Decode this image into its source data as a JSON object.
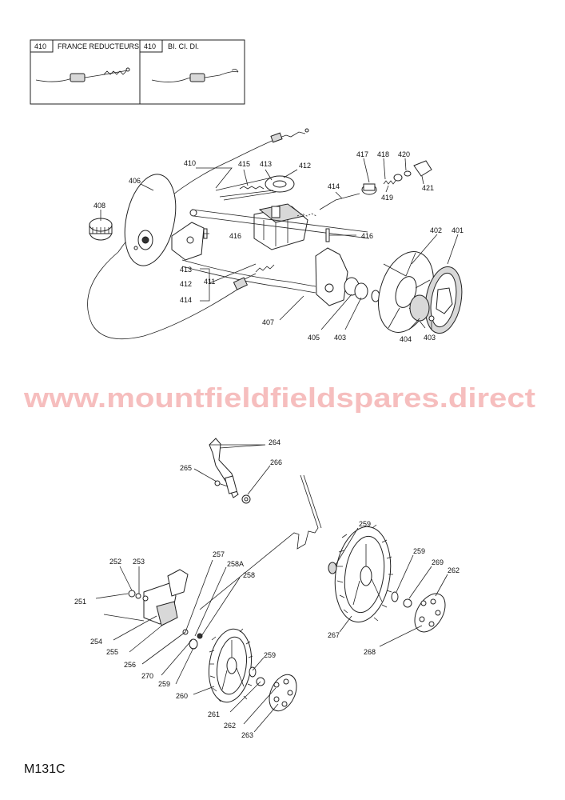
{
  "inset": {
    "left": {
      "code": "410",
      "title": "FRANCE REDUCTEURS"
    },
    "right": {
      "code": "410",
      "title": "BI. CI. DI."
    }
  },
  "watermark": "www.mountfieldfieldspares.direct",
  "page_code": "M131C",
  "callouts": {
    "c410": "410",
    "c406": "406",
    "c415": "415",
    "c413": "413",
    "c412": "412",
    "c417": "417",
    "c418": "418",
    "c420": "420",
    "c419": "419",
    "c421": "421",
    "c414": "414",
    "c408": "408",
    "c416a": "416",
    "c416b": "416",
    "c402": "402",
    "c401": "401",
    "c413b": "413",
    "c412b": "412",
    "c411": "411",
    "c414b": "414",
    "c407": "407",
    "c405": "405",
    "c403a": "403",
    "c404": "404",
    "c403b": "403",
    "c264": "264",
    "c265": "265",
    "c266": "266",
    "c259a": "259",
    "c259b": "259",
    "c269": "269",
    "c262a": "262",
    "c267": "267",
    "c268": "268",
    "c252": "252",
    "c253": "253",
    "c257": "257",
    "c258A": "258A",
    "c258": "258",
    "c251": "251",
    "c254": "254",
    "c255": "255",
    "c256": "256",
    "c270": "270",
    "c259c": "259",
    "c260": "260",
    "c259d": "259",
    "c261": "261",
    "c262b": "262",
    "c263": "263"
  }
}
